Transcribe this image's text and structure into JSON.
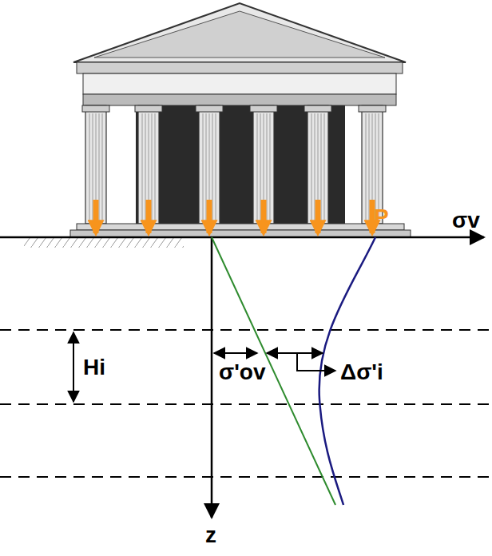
{
  "diagram": {
    "labels": [
      "P",
      "σv",
      "Hi",
      "σ'ov",
      "Δσ'i",
      "z"
    ]
  }
}
